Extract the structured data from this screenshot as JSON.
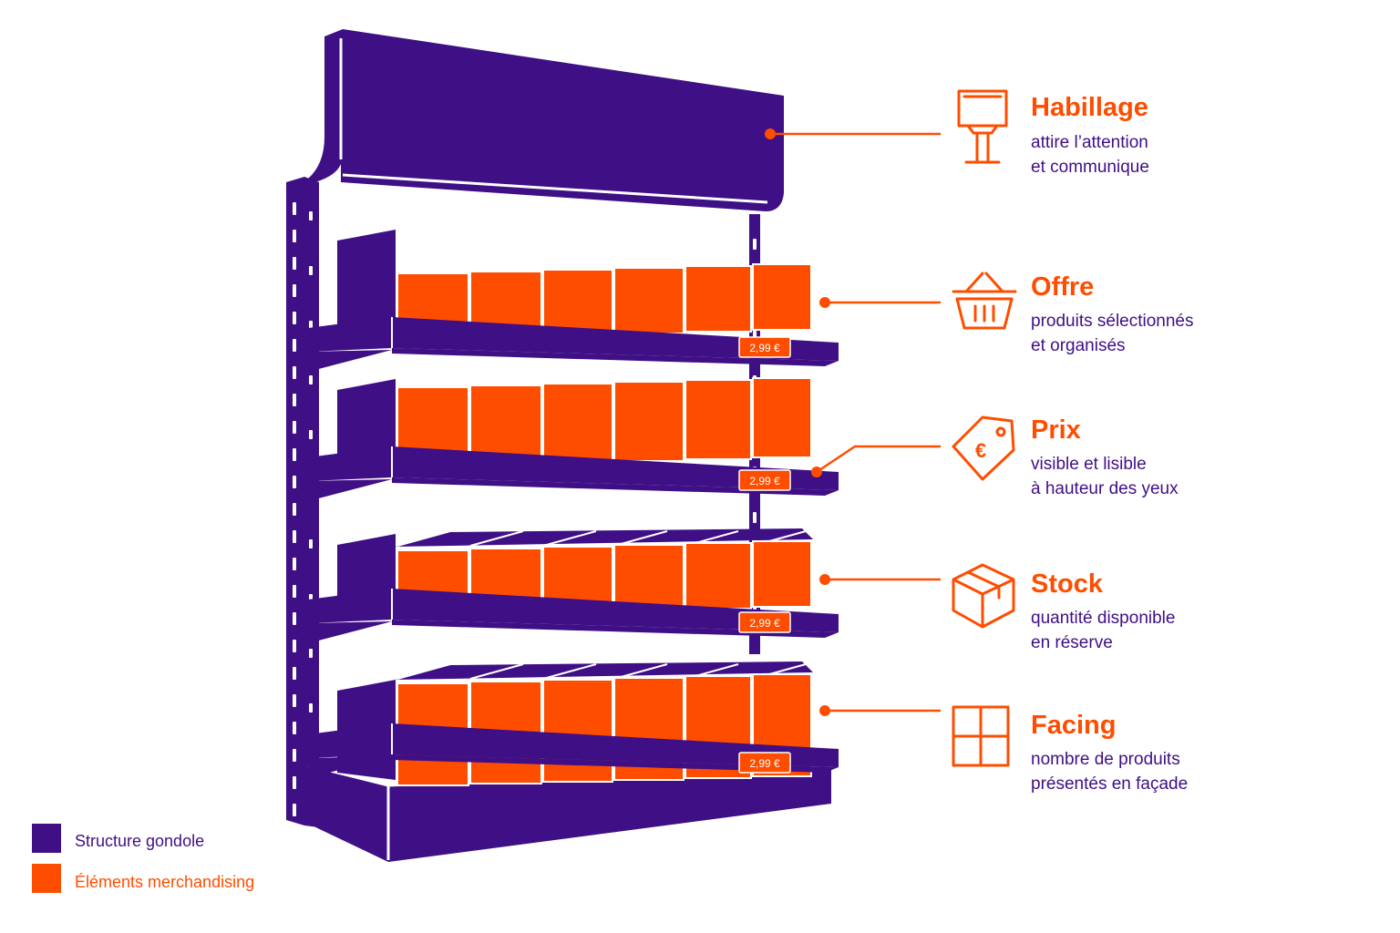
{
  "colors": {
    "structure": "#3f0f85",
    "merch": "#ff4d00",
    "text_dark": "#3f0f85",
    "background": "#ffffff"
  },
  "price_tag": "2,99 €",
  "annotations": [
    {
      "id": "habillage",
      "icon": "signboard-icon",
      "title": "Habillage",
      "desc_lines": [
        "attire l’attention",
        "et communique"
      ]
    },
    {
      "id": "offre",
      "icon": "basket-icon",
      "title": "Offre",
      "desc_lines": [
        "produits sélectionnés",
        "et organisés"
      ]
    },
    {
      "id": "prix",
      "icon": "euro-tag-icon",
      "title": "Prix",
      "desc_lines": [
        "visible et lisible",
        "à hauteur des yeux"
      ]
    },
    {
      "id": "stock",
      "icon": "box-icon",
      "title": "Stock",
      "desc_lines": [
        "quantité disponible",
        "en réserve"
      ]
    },
    {
      "id": "facing",
      "icon": "window-grid-icon",
      "title": "Facing",
      "desc_lines": [
        "nombre de produits",
        "présentés en façade"
      ]
    }
  ],
  "legend": [
    {
      "label": "Structure gondole",
      "color": "#3f0f85"
    },
    {
      "label": "Éléments merchandising",
      "color": "#ff4d00"
    }
  ]
}
